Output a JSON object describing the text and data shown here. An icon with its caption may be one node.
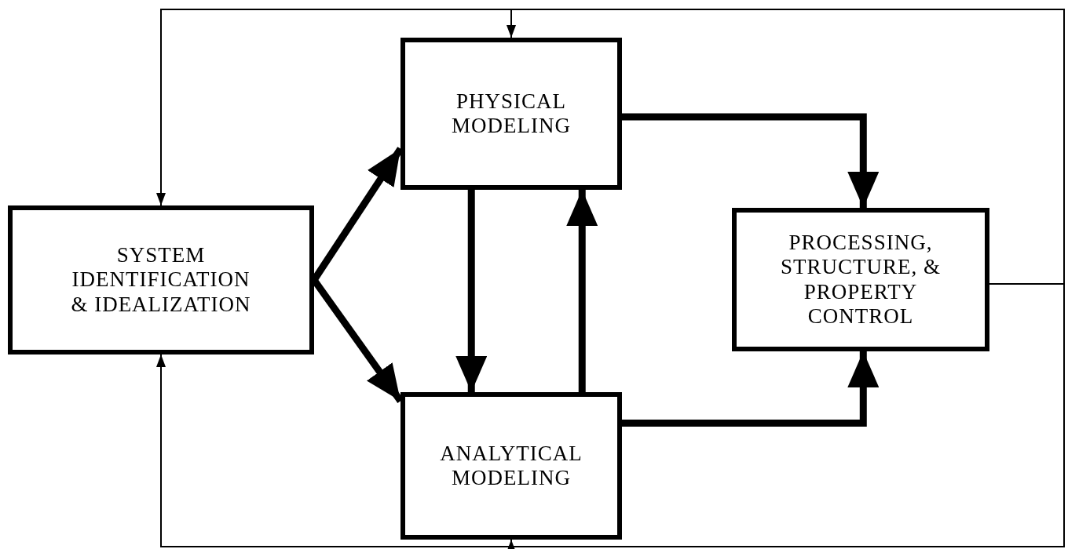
{
  "diagram": {
    "nodes": [
      {
        "text": [
          "SYSTEM IDENTIFICATION & IDEALIZATION"
        ]
      },
      {
        "text": [
          "PHYSICAL MODELING"
        ]
      },
      {
        "text": [
          "ANALYTICAL MODELING"
        ]
      },
      {
        "text": [
          "PROCESSING, STRUCTURE, & PROPERTY CONTROL"
        ]
      }
    ],
    "edges": [
      {
        "from": 0,
        "to": 1,
        "arrow": "to"
      },
      {
        "from": 0,
        "to": 2,
        "arrow": "to"
      },
      {
        "from": 1,
        "to": 2,
        "arrow": "to"
      },
      {
        "from": 2,
        "to": 1,
        "arrow": "to"
      },
      {
        "from": 1,
        "to": 3,
        "arrow": "to"
      },
      {
        "from": 2,
        "to": 3,
        "arrow": "to"
      },
      {
        "from": 3,
        "to": 0,
        "arrow": "to"
      },
      {
        "from": 3,
        "to": 1,
        "arrow": "to"
      },
      {
        "from": 3,
        "to": 0,
        "arrow": "to"
      },
      {
        "from": 3,
        "to": 2,
        "arrow": "to"
      }
    ]
  }
}
